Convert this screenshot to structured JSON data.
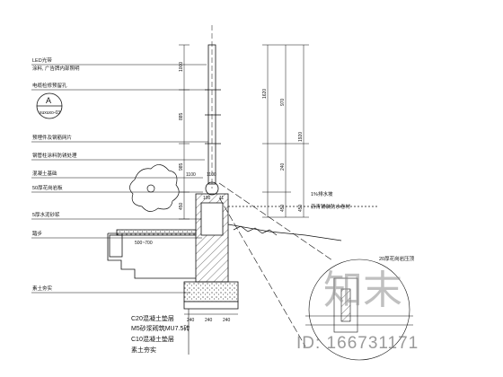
{
  "drawing": {
    "section_symbol": {
      "letter": "A",
      "ref": "xuxuxo-03"
    },
    "left_notes": [
      "LED光带",
      "涂料, 广告牌内部照明",
      "电缆检修预留孔",
      "预埋件及钢筋网片",
      "钢管柱涂料防锈处理",
      "混凝土基础",
      "50厚花岗岩板",
      "5厚水泥砂浆",
      "踏步",
      "素土夯实"
    ],
    "right_notes": [
      "1%排水坡",
      "沥青铺装防水卷材",
      "20厚花岗岩压顶"
    ],
    "bottom_notes": [
      "C20混凝土垫层",
      "M5砂浆砌筑MU7.5砖",
      "C10混凝土垫层",
      "素土夯实"
    ],
    "dim_left": [
      "1000",
      "885",
      "985",
      "1100",
      "450"
    ],
    "dim_right": [
      "1620",
      "970",
      "1920",
      "240",
      "450",
      "450"
    ],
    "dim_bottom": [
      "240",
      "240",
      "240"
    ],
    "dim_mid": [
      "500~700",
      "100",
      "1100",
      "11"
    ]
  },
  "watermark": {
    "brand": "知末",
    "id_text": "ID: 166731171"
  }
}
